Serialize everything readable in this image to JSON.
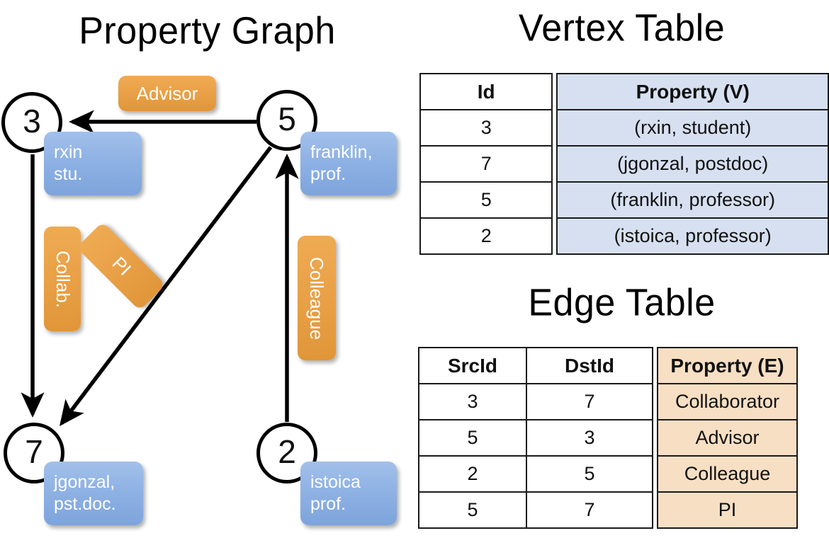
{
  "panels": {
    "graph_title": "Property Graph",
    "vertex_title": "Vertex Table",
    "edge_title": "Edge Table"
  },
  "colors": {
    "vertex_property_bg": "#d6e0f1",
    "edge_property_bg": "#f7dfc4",
    "node_property_box": "#8fb2e4",
    "edge_label_box": "#e9a047",
    "stroke": "#000000",
    "background": "#ffffff"
  },
  "graph": {
    "nodes": [
      {
        "id": "3",
        "property_line1": "rxin",
        "property_line2": "stu."
      },
      {
        "id": "5",
        "property_line1": "franklin,",
        "property_line2": "prof."
      },
      {
        "id": "7",
        "property_line1": "jgonzal,",
        "property_line2": "pst.doc."
      },
      {
        "id": "2",
        "property_line1": "istoica",
        "property_line2": "prof."
      }
    ],
    "edge_labels": [
      {
        "name": "advisor",
        "text": "Advisor",
        "src": "5",
        "dst": "3"
      },
      {
        "name": "collab",
        "text": "Collab.",
        "src": "3",
        "dst": "7"
      },
      {
        "name": "pi",
        "text": "PI",
        "src": "5",
        "dst": "7"
      },
      {
        "name": "colleague",
        "text": "Colleague",
        "src": "2",
        "dst": "5"
      }
    ]
  },
  "vertex_table": {
    "headers": [
      "Id",
      "Property (V)"
    ],
    "rows": [
      {
        "id": "3",
        "property": "(rxin, student)"
      },
      {
        "id": "7",
        "property": "(jgonzal, postdoc)"
      },
      {
        "id": "5",
        "property": "(franklin, professor)"
      },
      {
        "id": "2",
        "property": "(istoica, professor)"
      }
    ]
  },
  "edge_table": {
    "headers": [
      "SrcId",
      "DstId",
      "Property (E)"
    ],
    "rows": [
      {
        "src": "3",
        "dst": "7",
        "property": "Collaborator"
      },
      {
        "src": "5",
        "dst": "3",
        "property": "Advisor"
      },
      {
        "src": "2",
        "dst": "5",
        "property": "Colleague"
      },
      {
        "src": "5",
        "dst": "7",
        "property": "PI"
      }
    ]
  }
}
